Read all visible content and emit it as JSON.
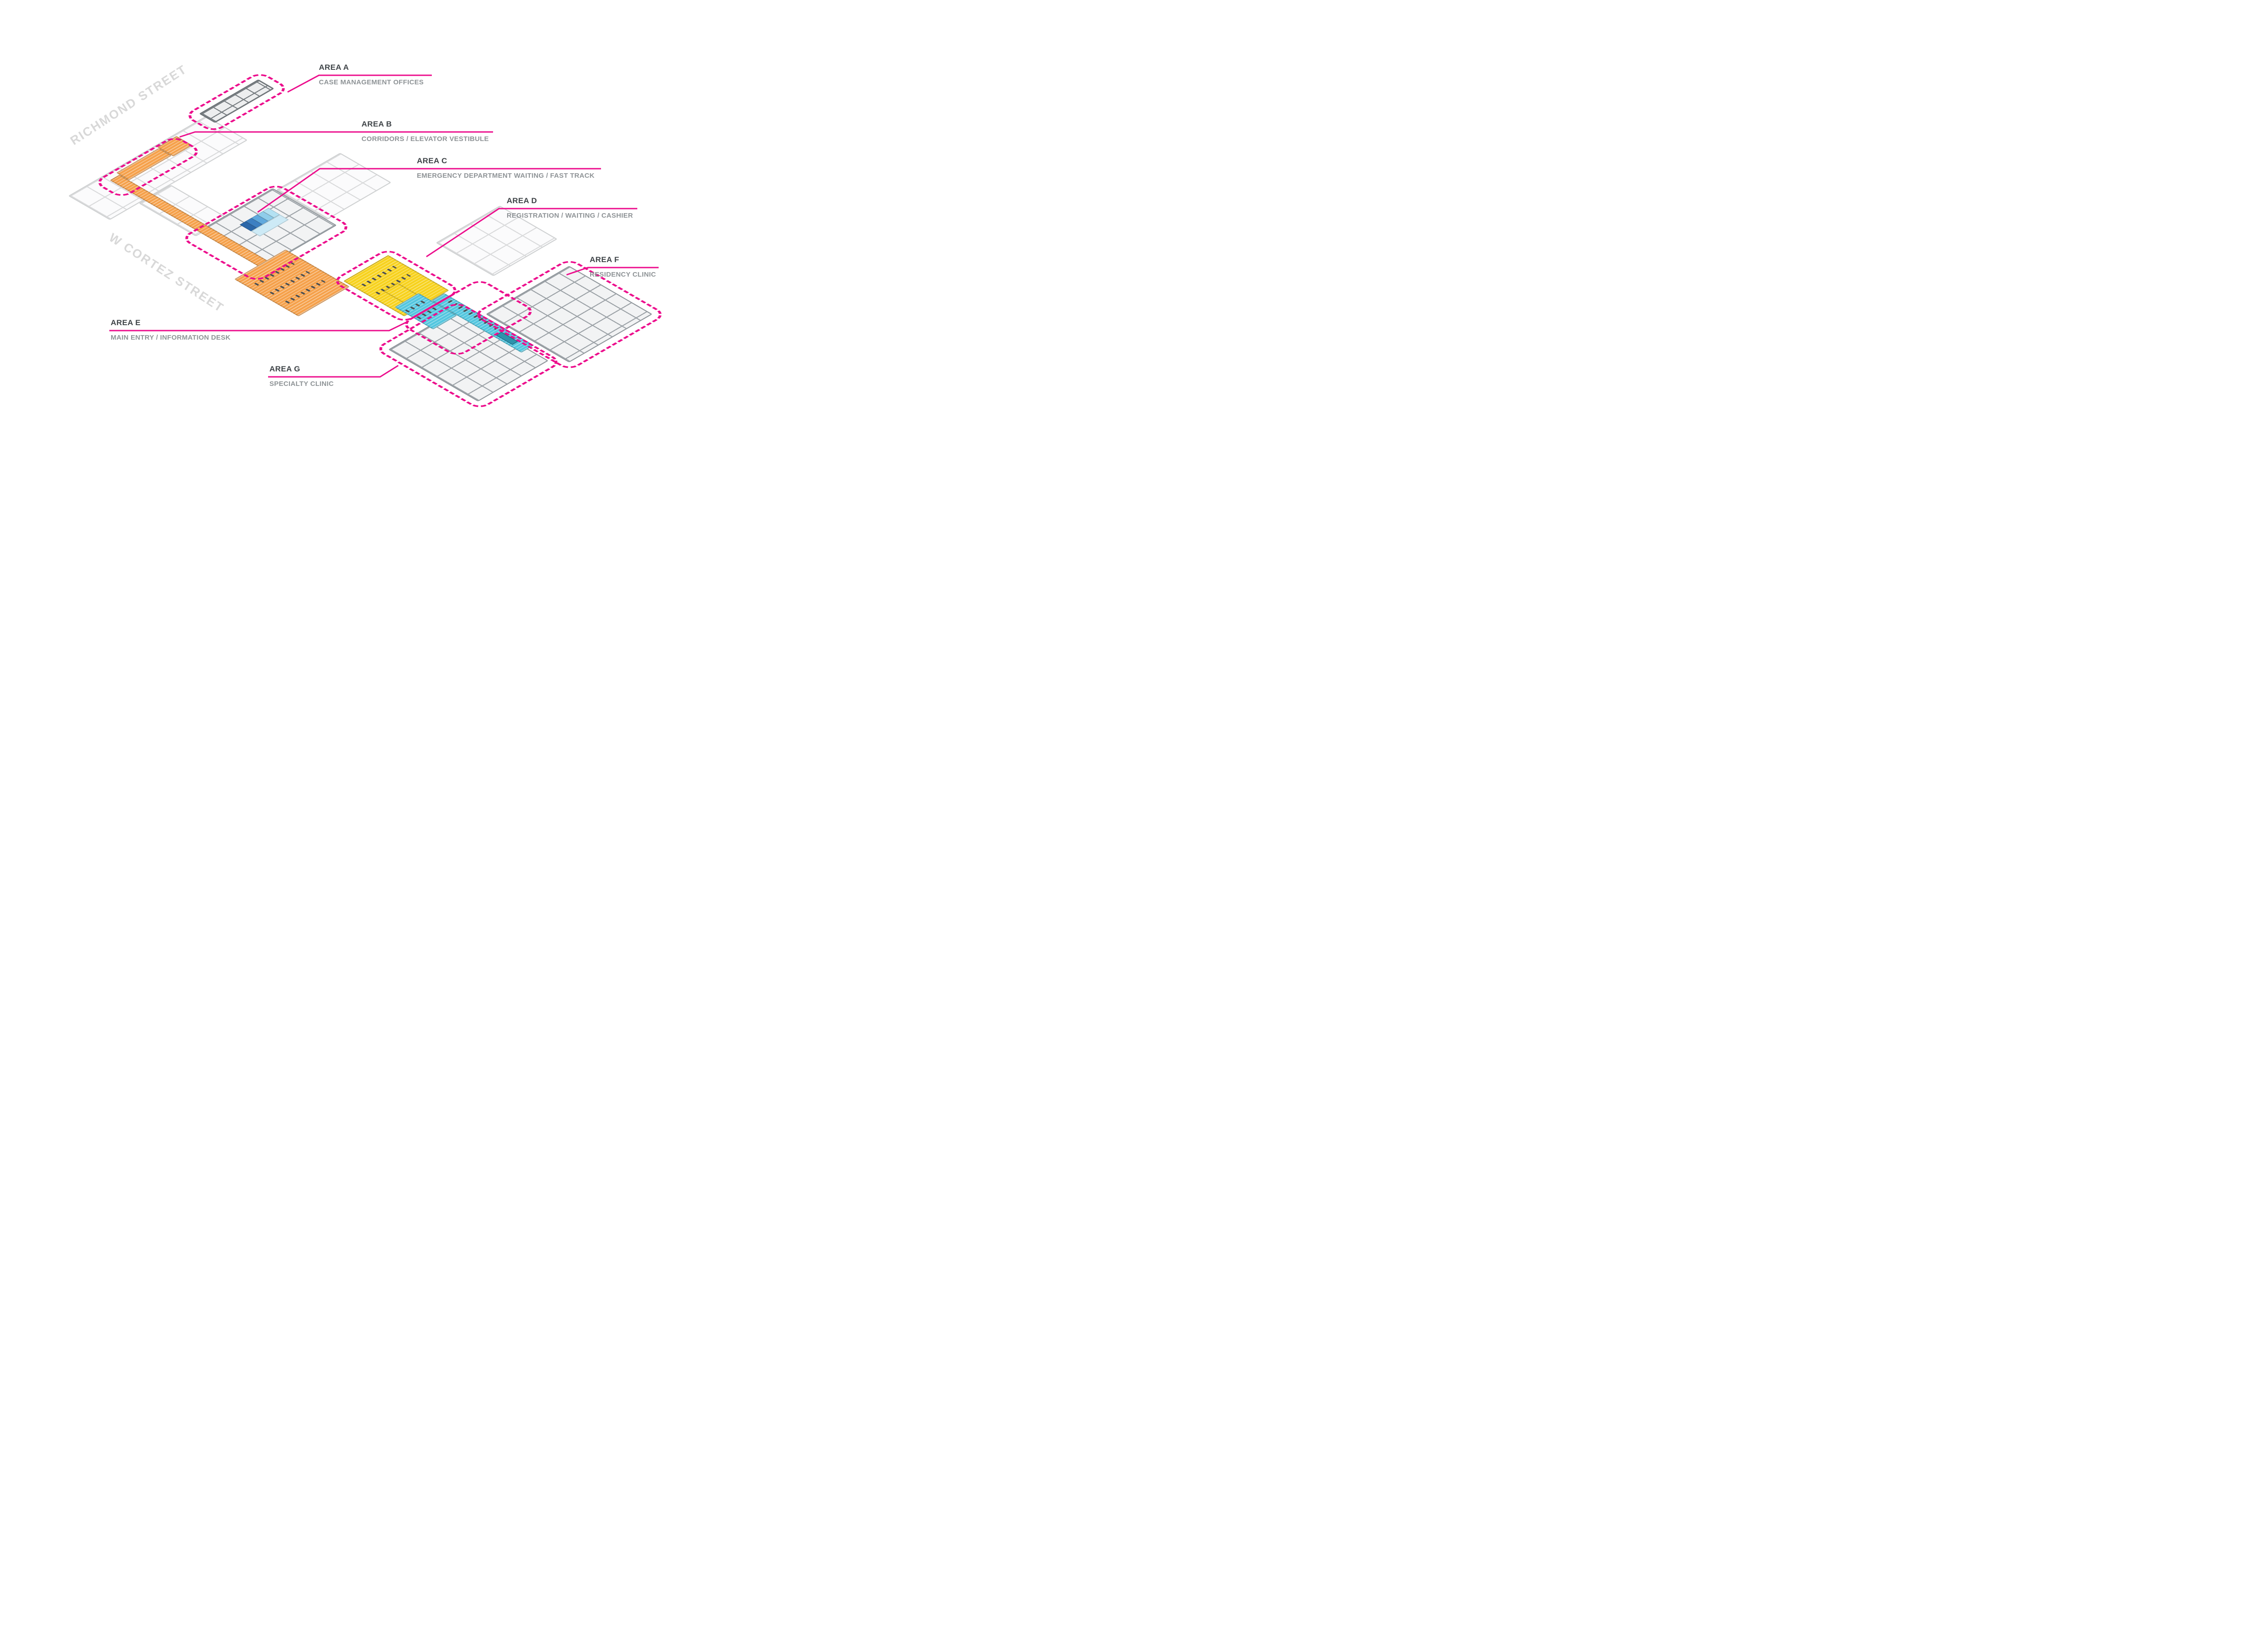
{
  "diagram_type": "axonometric hospital floor plan with highlighted renovation areas",
  "colors": {
    "outline_magenta": "#EC0D8C",
    "corridor_orange": "#F5A14B",
    "registration_yellow": "#F7D21E",
    "main_entry_cyan": "#53C6DF",
    "fast_track_blue_light": "#B3E1F2",
    "fast_track_blue_dark": "#2B67A9",
    "clinic_gray": "#9BA1A6",
    "background_building_gray": "#D9DADB",
    "label_title_gray": "#3E4347",
    "label_sub_gray": "#8E9396",
    "street_text_gray": "#D8D8D8"
  },
  "streets": [
    {
      "name": "RICHMOND STREET"
    },
    {
      "name": "W CORTEZ STREET"
    }
  ],
  "areas": [
    {
      "id": "A",
      "title": "AREA A",
      "description": "CASE MANAGEMENT OFFICES"
    },
    {
      "id": "B",
      "title": "AREA B",
      "description": "CORRIDORS / ELEVATOR VESTIBULE"
    },
    {
      "id": "C",
      "title": "AREA C",
      "description": "EMERGENCY DEPARTMENT WAITING / FAST TRACK"
    },
    {
      "id": "D",
      "title": "AREA D",
      "description": "REGISTRATION / WAITING / CASHIER"
    },
    {
      "id": "E",
      "title": "AREA E",
      "description": "MAIN ENTRY / INFORMATION DESK"
    },
    {
      "id": "F",
      "title": "AREA F",
      "description": "RESIDENCY CLINIC"
    },
    {
      "id": "G",
      "title": "AREA G",
      "description": "SPECIALTY CLINIC"
    }
  ]
}
